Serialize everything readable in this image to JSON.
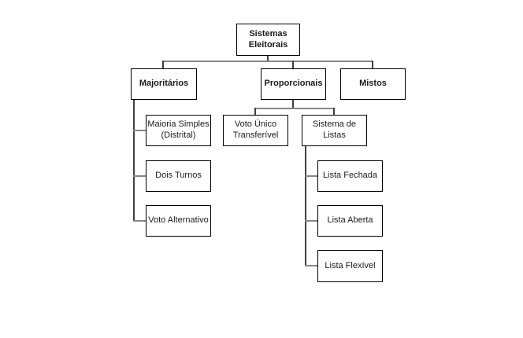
{
  "diagram_title": "Sistemas Eleitorais (organograma)",
  "nodes": {
    "root": {
      "label": "Sistemas Eleitorais",
      "level": 0
    },
    "majoritarios": {
      "label": "Majoritários",
      "level": 1
    },
    "proporcionais": {
      "label": "Proporcionais",
      "level": 1
    },
    "mistos": {
      "label": "Mistos",
      "level": 1
    },
    "maioria_simples": {
      "label": "Maioria Simples (Distrital)",
      "level": 2,
      "parent": "Majoritários"
    },
    "dois_turnos": {
      "label": "Dois Turnos",
      "level": 2,
      "parent": "Majoritários"
    },
    "voto_alternativo": {
      "label": "Voto Alternativo",
      "level": 2,
      "parent": "Majoritários"
    },
    "voto_unico": {
      "label": "Voto Único Transferível",
      "level": 2,
      "parent": "Proporcionais"
    },
    "sistema_listas": {
      "label": "Sistema de Listas",
      "level": 2,
      "parent": "Proporcionais"
    },
    "lista_fechada": {
      "label": "Lista Fechada",
      "level": 3,
      "parent": "Sistema de Listas"
    },
    "lista_aberta": {
      "label": "Lista Aberta",
      "level": 3,
      "parent": "Sistema de Listas"
    },
    "lista_flexivel": {
      "label": "Lista Flexível",
      "level": 3,
      "parent": "Sistema de Listas"
    }
  },
  "colors": {
    "background": "#ffffff",
    "box_border": "#000000",
    "text": "#1a1a1a",
    "connector_h": "#868686",
    "connector_v": "#404040"
  }
}
